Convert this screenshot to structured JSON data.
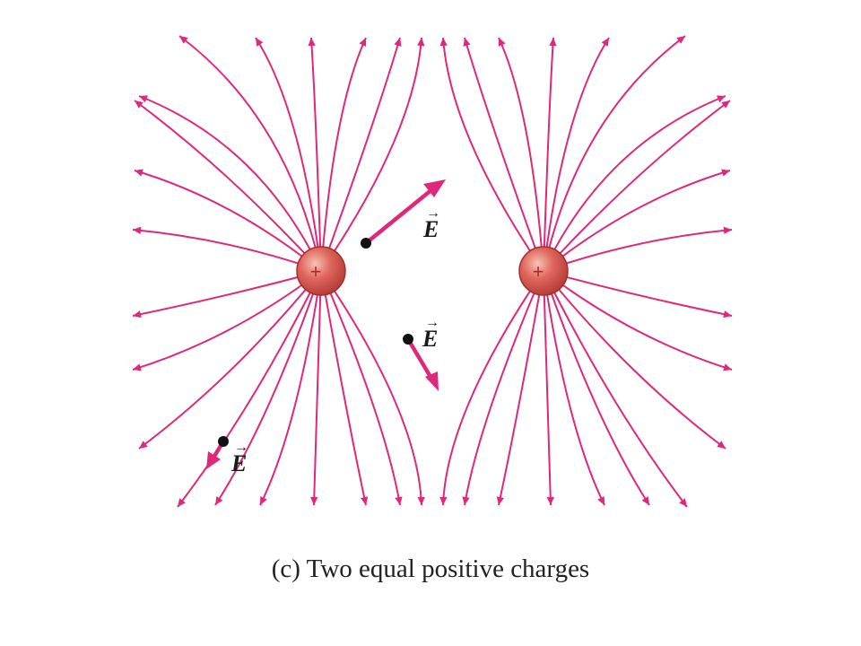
{
  "caption": "(c) Two equal positive charges",
  "charges": [
    {
      "sign": "+"
    },
    {
      "sign": "+"
    }
  ],
  "field_vectors": [
    {
      "label": "E"
    },
    {
      "label": "E"
    },
    {
      "label": "E"
    }
  ],
  "colors": {
    "field_line": "#e0287a",
    "charge_fill": "#d9564e",
    "charge_edge": "#a32f2b",
    "charge_highlight": "#f4b7aa",
    "sign": "#b3262a",
    "dot": "#111111",
    "label": "#1a1a1a"
  }
}
